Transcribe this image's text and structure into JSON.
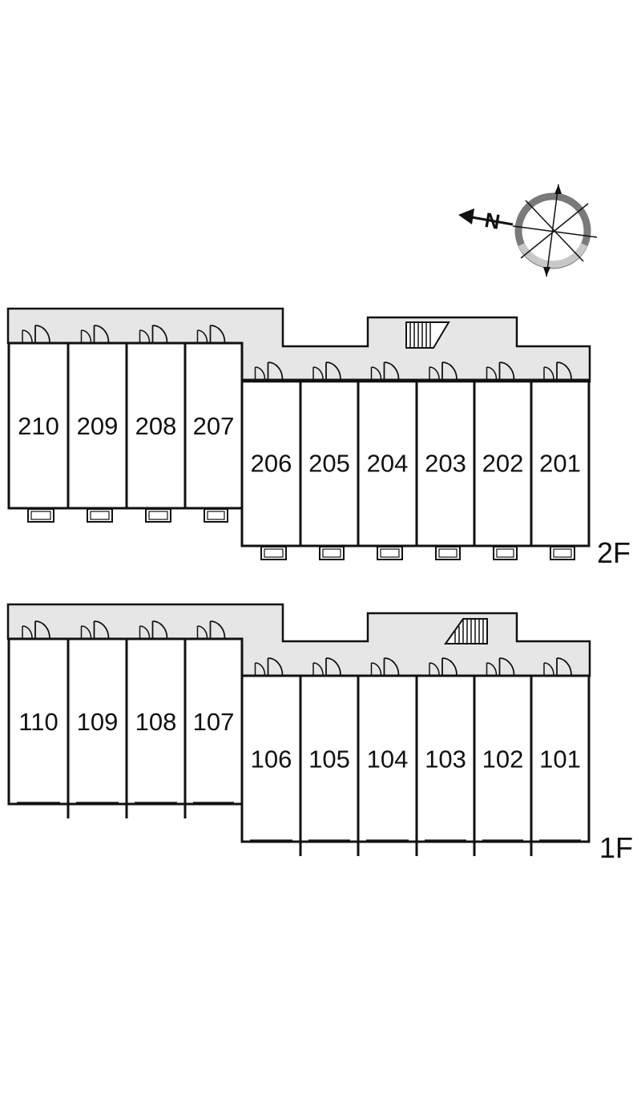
{
  "compass": {
    "north_label": "N"
  },
  "floors": [
    {
      "label": "2F",
      "units": [
        "210",
        "209",
        "208",
        "207",
        "206",
        "205",
        "204",
        "203",
        "202",
        "201"
      ]
    },
    {
      "label": "1F",
      "units": [
        "110",
        "109",
        "108",
        "107",
        "106",
        "105",
        "104",
        "103",
        "102",
        "101"
      ]
    }
  ],
  "colors": {
    "corridor": "#e6e6e6",
    "wall": "#111111",
    "compass_ring": "#888888"
  }
}
